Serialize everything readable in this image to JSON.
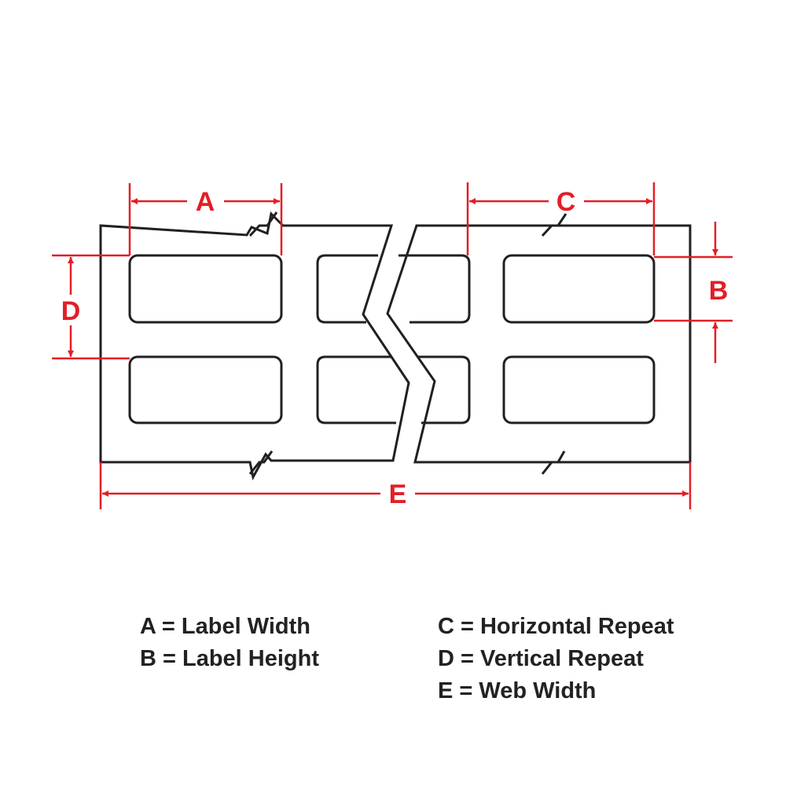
{
  "colors": {
    "dimension": "#e31e25",
    "outline": "#231f20",
    "text": "#222222",
    "background": "#ffffff"
  },
  "dimensions": {
    "a": "A",
    "b": "B",
    "c": "C",
    "d": "D",
    "e": "E"
  },
  "legend": {
    "left": [
      {
        "text": "A = Label Width"
      },
      {
        "text": "B = Label Height"
      }
    ],
    "right": [
      {
        "text": "C = Horizontal Repeat"
      },
      {
        "text": "D = Vertical Repeat"
      },
      {
        "text": "E = Web Width"
      }
    ]
  }
}
